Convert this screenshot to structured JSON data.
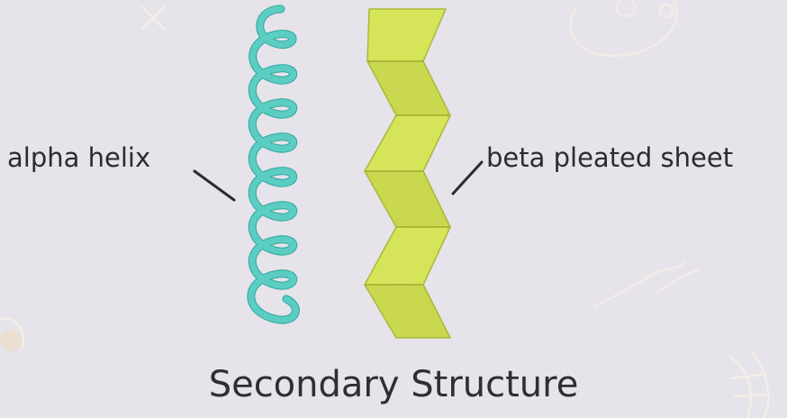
{
  "labels": {
    "alpha": "alpha helix",
    "beta": "beta pleated sheet"
  },
  "title": "Secondary Structure",
  "colors": {
    "background": "#e6e3ea",
    "helix": "#5ccdc3",
    "helix_dark": "#2fa79c",
    "sheet": "#d6e45a",
    "sheet_shade": "#bccb45",
    "text": "#2c2c2c",
    "doodles": "#f3efe6"
  }
}
